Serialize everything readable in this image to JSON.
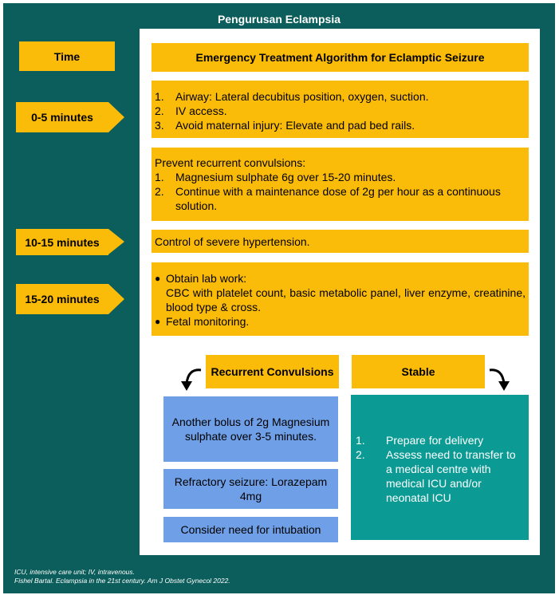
{
  "title": "Pengurusan Eclampsia",
  "time_header": "Time",
  "algorithm_header": "Emergency Treatment Algorithm for Eclamptic Seizure",
  "time_labels": [
    "0-5 minutes",
    "10-15 minutes",
    "15-20 minutes"
  ],
  "step1": {
    "items": [
      {
        "num": "1.",
        "text": "Airway: Lateral decubitus position, oxygen, suction."
      },
      {
        "num": "2.",
        "text": "IV access."
      },
      {
        "num": "3.",
        "text": "Avoid maternal injury: Elevate and pad bed rails."
      }
    ]
  },
  "step2": {
    "intro": "Prevent recurrent convulsions:",
    "items": [
      {
        "num": "1.",
        "text": "Magnesium sulphate 6g over 15-20 minutes."
      },
      {
        "num": "2.",
        "text": "Continue with a maintenance dose of 2g per hour as a continuous solution."
      }
    ]
  },
  "step3": {
    "text": "Control of severe hypertension."
  },
  "step4": {
    "bullet1_head": "Obtain lab work:",
    "bullet1_detail": "CBC with platelet count, basic metabolic panel, liver enzyme, creatinine, blood type & cross.",
    "bullet2": "Fetal monitoring."
  },
  "recurrent": {
    "header": "Recurrent Convulsions",
    "box1": "Another bolus of 2g Magnesium sulphate over 3-5 minutes.",
    "box2": "Refractory seizure: Lorazepam 4mg",
    "box3": "Consider need for intubation"
  },
  "stable": {
    "header": "Stable",
    "items": [
      {
        "num": "1.",
        "text": "Prepare for delivery"
      },
      {
        "num": "2.",
        "text": "Assess need to transfer to a medical centre with medical ICU and/or neonatal ICU"
      }
    ]
  },
  "footnote": {
    "abbrev": "ICU,  intensive care unit; IV, intravenous.",
    "citation": "Fishel Bartal. Eclampsia in the 21st century. Am J Obstet Gynecol 2022."
  },
  "colors": {
    "frame": "#0b5e5b",
    "yellow": "#fbbb09",
    "blue": "#6f9fe6",
    "teal": "#0b9b94"
  }
}
